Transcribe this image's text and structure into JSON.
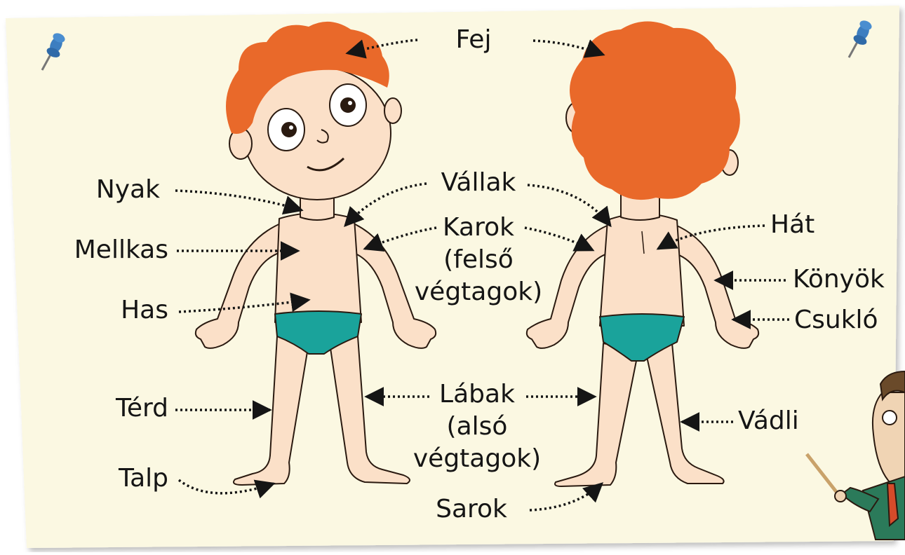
{
  "labels": {
    "fej": "Fej",
    "nyak": "Nyak",
    "mellkas": "Mellkas",
    "has": "Has",
    "terd": "Térd",
    "talp": "Talp",
    "vallak": "Vállak",
    "karok": "Karok",
    "karok_sub1": "(felső",
    "karok_sub2": "végtagok)",
    "labak": "Lábak",
    "labak_sub1": "(alsó",
    "labak_sub2": "végtagok)",
    "sarok": "Sarok",
    "hat": "Hát",
    "konyok": "Könyök",
    "csuklo": "Csukló",
    "vadli": "Vádli"
  },
  "colors": {
    "paper": "#fbf8e2",
    "hair": "#e9692a",
    "skin": "#fbe0c8",
    "briefs": "#1aa39b",
    "outline": "#2a1a10",
    "pin": "#3d7ec0"
  },
  "icons": [
    "pushpin-icon",
    "teacher-pointer-icon"
  ]
}
